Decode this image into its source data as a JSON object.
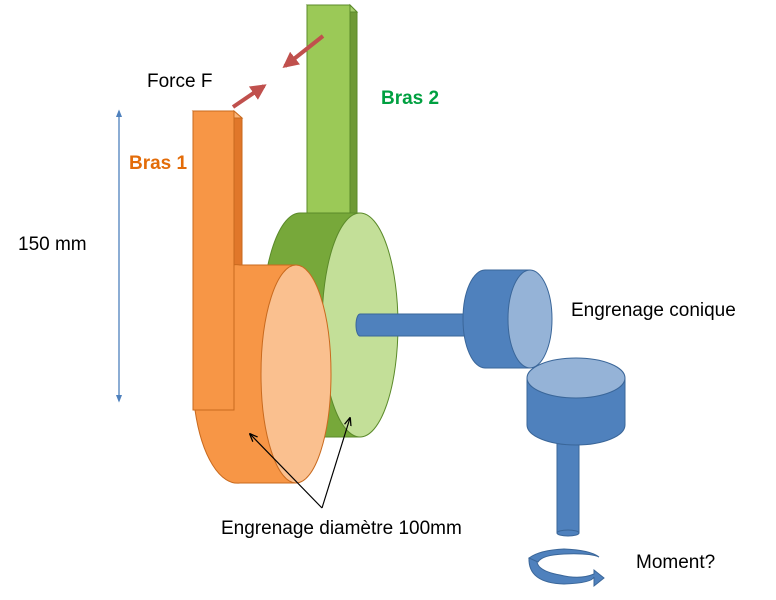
{
  "labels": {
    "force": "Force F",
    "arm1": "Bras 1",
    "arm2": "Bras 2",
    "dimension": "150 mm",
    "bevel_gear": "Engrenage conique",
    "gear_diameter": "Engrenage diamètre 100mm",
    "moment": "Moment?"
  },
  "colors": {
    "arm1": "#f79646",
    "arm1_text": "#e36c09",
    "arm2": "#8fc04a",
    "arm2_text": "#00a040",
    "blue": "#4f81bd",
    "force_arrow": "#c0504d"
  }
}
